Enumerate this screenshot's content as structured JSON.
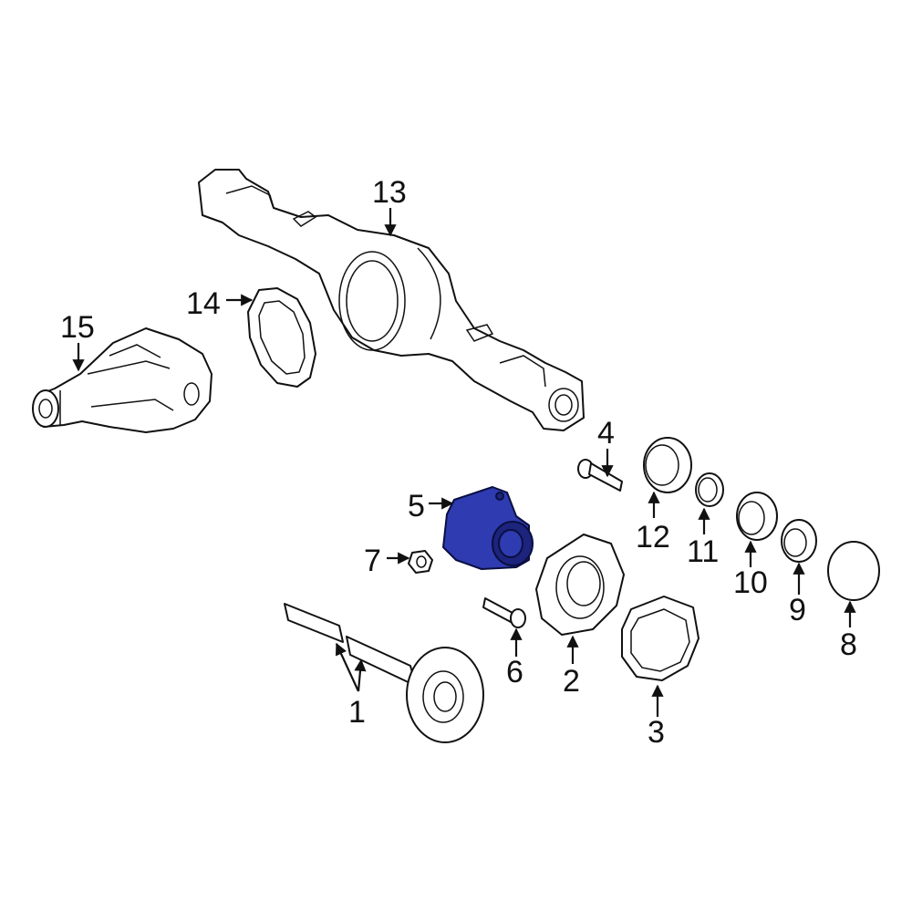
{
  "diagram": {
    "highlight_color": "#2f3bb0",
    "line_color": "#111111",
    "callouts": [
      {
        "id": "1",
        "text": "1"
      },
      {
        "id": "2",
        "text": "2"
      },
      {
        "id": "3",
        "text": "3"
      },
      {
        "id": "4",
        "text": "4"
      },
      {
        "id": "5",
        "text": "5"
      },
      {
        "id": "6",
        "text": "6"
      },
      {
        "id": "7",
        "text": "7"
      },
      {
        "id": "8",
        "text": "8"
      },
      {
        "id": "9",
        "text": "9"
      },
      {
        "id": "10",
        "text": "10"
      },
      {
        "id": "11",
        "text": "11"
      },
      {
        "id": "12",
        "text": "12"
      },
      {
        "id": "13",
        "text": "13"
      },
      {
        "id": "14",
        "text": "14"
      },
      {
        "id": "15",
        "text": "15"
      }
    ],
    "highlighted_part": "5"
  }
}
